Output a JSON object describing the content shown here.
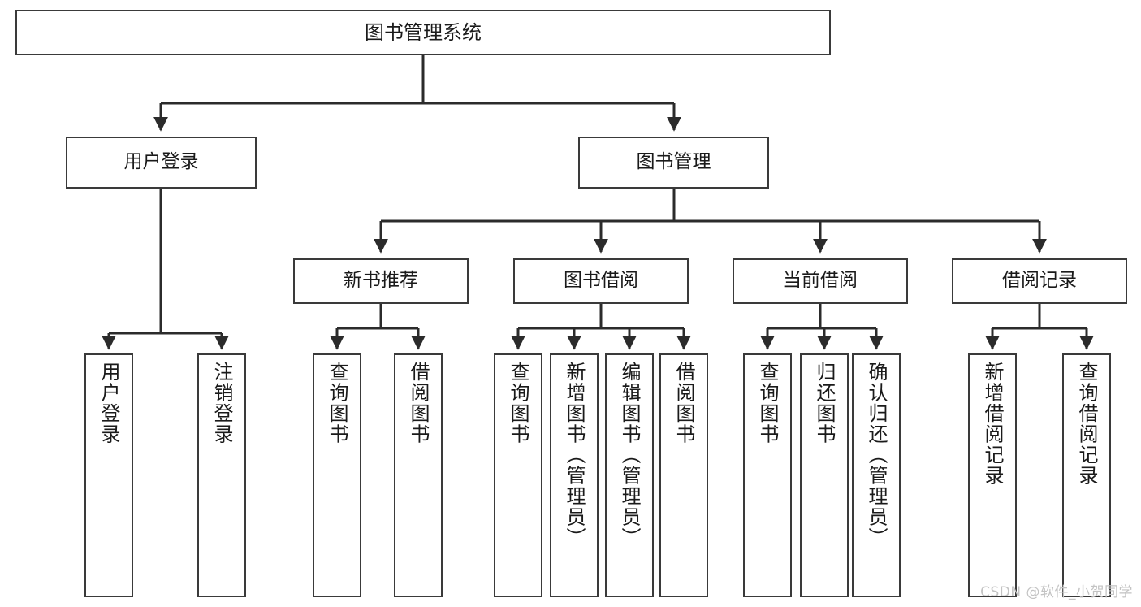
{
  "diagram": {
    "title": "图书管理系统",
    "type": "tree-structure-chart",
    "colors": {
      "node_border": "#3a3a3a",
      "node_fill": "#ffffff",
      "connector": "#2b2b2b",
      "text": "#1a1a1a",
      "watermark": "#c3c3c3",
      "background": "#ffffff"
    },
    "watermark": "CSDN @软件_小贺同学",
    "nodes": {
      "root": {
        "label": "图书管理系统"
      },
      "level2": [
        {
          "id": "user-login",
          "label": "用户登录"
        },
        {
          "id": "book-management",
          "label": "图书管理"
        }
      ],
      "level3": [
        {
          "id": "new-book-recommend",
          "label": "新书推荐"
        },
        {
          "id": "book-borrow",
          "label": "图书借阅"
        },
        {
          "id": "current-borrow",
          "label": "当前借阅"
        },
        {
          "id": "borrow-record",
          "label": "借阅记录"
        }
      ],
      "leaves": [
        {
          "id": "leaf-user-login",
          "label": "用户登录",
          "parent": "user-login"
        },
        {
          "id": "leaf-logout-login",
          "label": "注销登录",
          "parent": "user-login"
        },
        {
          "id": "leaf-query-book-1",
          "label": "查询图书",
          "parent": "new-book-recommend"
        },
        {
          "id": "leaf-borrow-book-1",
          "label": "借阅图书",
          "parent": "new-book-recommend"
        },
        {
          "id": "leaf-query-book-2",
          "label": "查询图书",
          "parent": "book-borrow"
        },
        {
          "id": "leaf-add-book",
          "label": "新增图书（管理员）",
          "parent": "book-borrow"
        },
        {
          "id": "leaf-edit-book",
          "label": "编辑图书（管理员）",
          "parent": "book-borrow"
        },
        {
          "id": "leaf-borrow-book-2",
          "label": "借阅图书",
          "parent": "book-borrow"
        },
        {
          "id": "leaf-query-book-3",
          "label": "查询图书",
          "parent": "current-borrow"
        },
        {
          "id": "leaf-return-book",
          "label": "归还图书",
          "parent": "current-borrow"
        },
        {
          "id": "leaf-confirm-return",
          "label": "确认归还（管理员）",
          "parent": "current-borrow"
        },
        {
          "id": "leaf-add-record",
          "label": "新增借阅记录",
          "parent": "borrow-record"
        },
        {
          "id": "leaf-query-record",
          "label": "查询借阅记录",
          "parent": "borrow-record"
        }
      ]
    }
  }
}
